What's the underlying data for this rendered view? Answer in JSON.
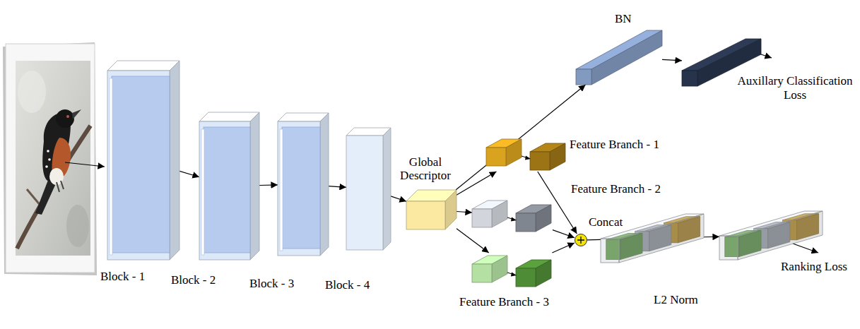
{
  "diagram": {
    "nodes": [
      {
        "text": [
          "Block - 1"
        ]
      },
      {
        "text": [
          "Block - 2"
        ]
      },
      {
        "text": [
          "Block - 3"
        ]
      },
      {
        "text": [
          "Block - 4"
        ]
      },
      {
        "text": [
          "Global Descriptor"
        ]
      },
      {
        "text": [
          "BN"
        ]
      },
      {
        "text": [
          "Auxillary Classification Loss"
        ]
      },
      {
        "text": [
          "Feature Branch - 1"
        ]
      },
      {
        "text": [
          "Feature Branch - 2"
        ]
      },
      {
        "text": [
          "Feature Branch - 3"
        ]
      },
      {
        "text": [
          "Concat"
        ]
      },
      {
        "text": [
          "L2 Norm"
        ]
      },
      {
        "text": [
          "Ranking Loss"
        ]
      }
    ],
    "edges": [
      {
        "from": 0,
        "to": 1,
        "arrow": "to"
      },
      {
        "from": 1,
        "to": 2,
        "arrow": "to"
      },
      {
        "from": 2,
        "to": 3,
        "arrow": "to"
      },
      {
        "from": 3,
        "to": 4,
        "arrow": "to"
      },
      {
        "from": 4,
        "to": 5,
        "arrow": "to"
      },
      {
        "from": 5,
        "to": 6,
        "arrow": "to"
      },
      {
        "from": 4,
        "to": 7,
        "arrow": "to"
      },
      {
        "from": 4,
        "to": 8,
        "arrow": "to"
      },
      {
        "from": 4,
        "to": 9,
        "arrow": "to"
      },
      {
        "from": 7,
        "to": 10,
        "arrow": "to"
      },
      {
        "from": 8,
        "to": 10,
        "arrow": "to"
      },
      {
        "from": 9,
        "to": 10,
        "arrow": "to"
      },
      {
        "from": 10,
        "to": 11,
        "arrow": "none"
      },
      {
        "from": 11,
        "to": 12,
        "arrow": "to"
      }
    ]
  }
}
